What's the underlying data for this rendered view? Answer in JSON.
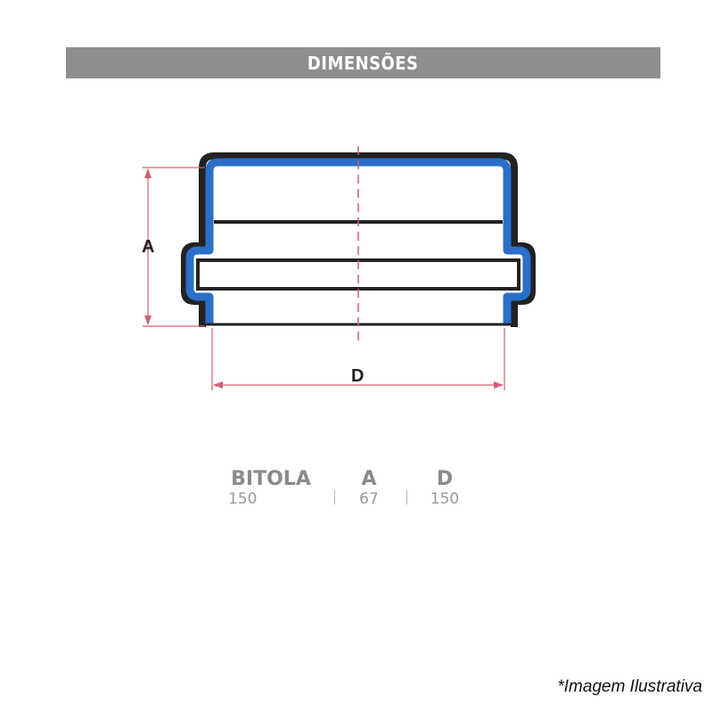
{
  "header": {
    "title": "DIMENSÕES"
  },
  "diagram": {
    "label_a": "A",
    "label_d": "D",
    "body_color": "#2a6fc9",
    "outline_color": "#222222",
    "dimension_color": "#d06070"
  },
  "table": {
    "columns": [
      {
        "header": "BITOLA",
        "value": "150"
      },
      {
        "header": "A",
        "value": "67"
      },
      {
        "header": "D",
        "value": "150"
      }
    ]
  },
  "footnote": "*Imagem Ilustrativa"
}
